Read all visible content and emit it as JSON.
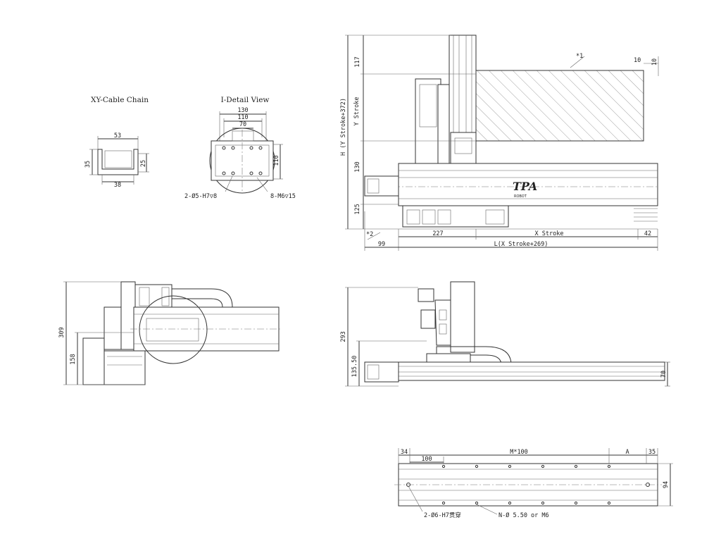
{
  "views": {
    "cable_chain": {
      "title": "XY-Cable Chain",
      "dims": {
        "width_top": "53",
        "height_left": "35",
        "height_right": "25",
        "width_bottom": "38"
      }
    },
    "detail": {
      "title": "I-Detail View",
      "dims": {
        "w1": "130",
        "w2": "110",
        "w3": "70",
        "h": "110"
      },
      "notes": {
        "pin_holes": "2-Ø5-H7▽8",
        "tapped_holes": "8-M6▽15"
      }
    },
    "front": {
      "dims": {
        "top_117": "117",
        "h_label": "H (Y Stroke+372)",
        "y_stroke": "Y Stroke",
        "d130": "130",
        "d125": "125",
        "d10a": "10",
        "d10b": "10",
        "note1": "*1",
        "note2": "*2",
        "d99": "99",
        "d227": "227",
        "x_stroke": "X Stroke",
        "d42": "42",
        "l_label": "L(X Stroke+269)"
      },
      "logo": {
        "mark": "TPA",
        "sub": "ROBOT"
      }
    },
    "side": {
      "dims": {
        "d309": "309",
        "d158": "158"
      }
    },
    "right_side": {
      "dims": {
        "d293": "293",
        "d135": "135.50",
        "d70": "70"
      }
    },
    "base": {
      "dims": {
        "d34": "34",
        "d100": "100",
        "m100": "M*100",
        "a": "A",
        "d35": "35",
        "d94": "94"
      },
      "notes": {
        "through_holes": "2-Ø6-H7贯穿",
        "mount_holes": "N-Ø 5.50 or M6"
      }
    }
  }
}
